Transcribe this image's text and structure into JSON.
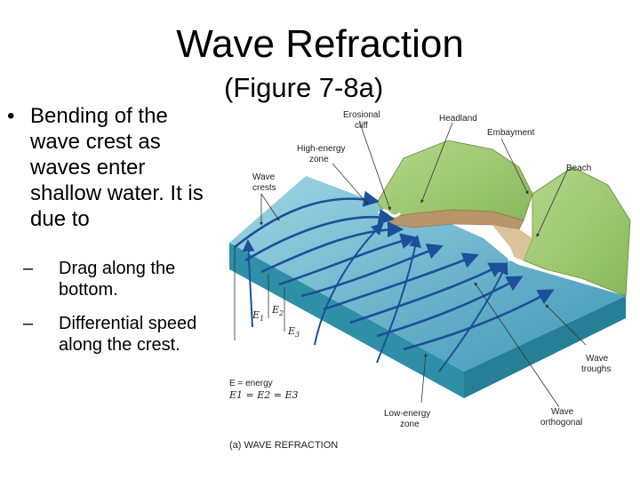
{
  "slide": {
    "title": "Wave Refraction",
    "subtitle": "(Figure 7-8a)",
    "bullet_marker": "•",
    "dash_marker": "–",
    "bullet_main": "Bending of the wave crest as waves enter shallow water. It is due to",
    "sub_bullets": [
      "Drag along the bottom.",
      "Differential speed along the crest."
    ]
  },
  "figure": {
    "labels": {
      "erosional_cliff_1": "Erosional",
      "erosional_cliff_2": "cliff",
      "headland": "Headland",
      "embayment": "Embayment",
      "high_energy_1": "High-energy",
      "high_energy_2": "zone",
      "beach": "Beach",
      "wave_crests_1": "Wave",
      "wave_crests_2": "crests",
      "e1": "E",
      "e1_sub": "1",
      "e2": "E",
      "e2_sub": "2",
      "e3": "E",
      "e3_sub": "3",
      "wave_troughs_1": "Wave",
      "wave_troughs_2": "troughs",
      "legend_line1": "E = energy",
      "legend_line2": "E1 = E2 = E3",
      "low_energy_1": "Low-energy",
      "low_energy_2": "zone",
      "wave_orthogonal_1": "Wave",
      "wave_orthogonal_2": "orthogonal",
      "caption": "(a) WAVE REFRACTION"
    },
    "colors": {
      "water_top": "#5fb0c8",
      "water_side": "#2f8fa6",
      "land": "#9cc56a",
      "cliff": "#b8956a",
      "crest_arrow": "#1d4f9a"
    }
  }
}
